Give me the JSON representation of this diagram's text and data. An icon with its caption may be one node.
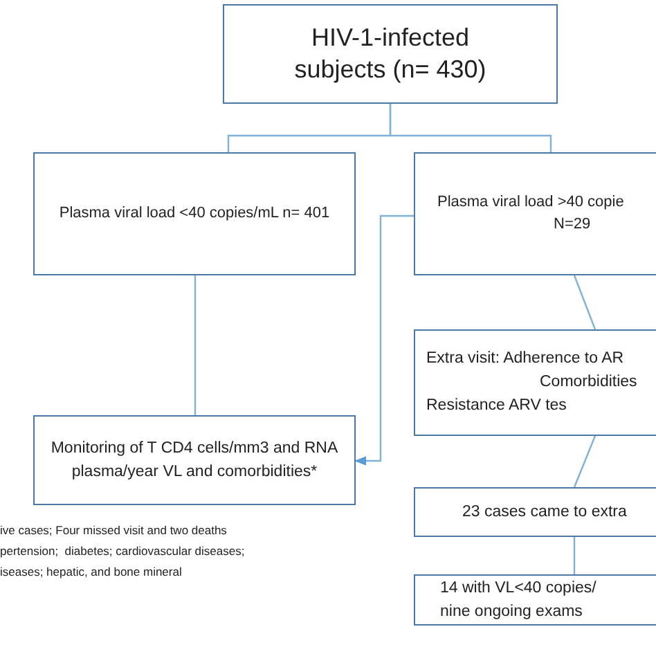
{
  "diagram": {
    "nodes": [
      {
        "text": [
          "HIV-1-infected subjects (n= 430)"
        ]
      },
      {
        "text": [
          "Plasma viral load <40 copies/mL n= 401"
        ]
      },
      {
        "text": [
          "Plasma viral load >40 copie",
          "N=29"
        ]
      },
      {
        "text": [
          "Monitoring of T CD4 cells/mm3 and RNA plasma/year VL and comorbidities*"
        ]
      },
      {
        "text": [
          "Extra visit: Adherence to AR",
          "Comorbidities",
          "Resistance ARV tes"
        ]
      },
      {
        "text": [
          "23 cases came to extra"
        ]
      },
      {
        "text": [
          "14 with VL<40 copies/",
          "nine ongoing exams"
        ]
      }
    ],
    "edges": [
      {
        "from": 0,
        "to": 1,
        "arrow": "none"
      },
      {
        "from": 0,
        "to": 2,
        "arrow": "none"
      },
      {
        "from": 1,
        "to": 3,
        "arrow": "none"
      },
      {
        "from": 2,
        "to": 3,
        "arrow": "to"
      },
      {
        "from": 2,
        "to": 4,
        "arrow": "none"
      },
      {
        "from": 4,
        "to": 5,
        "arrow": "none"
      },
      {
        "from": 5,
        "to": 6,
        "arrow": "none"
      }
    ],
    "labels": [
      "ive cases; Four missed visit and two deaths",
      "pertension;  diabetes; cardiovascular diseases;",
      "iseases; hepatic, and bone mineral"
    ]
  }
}
